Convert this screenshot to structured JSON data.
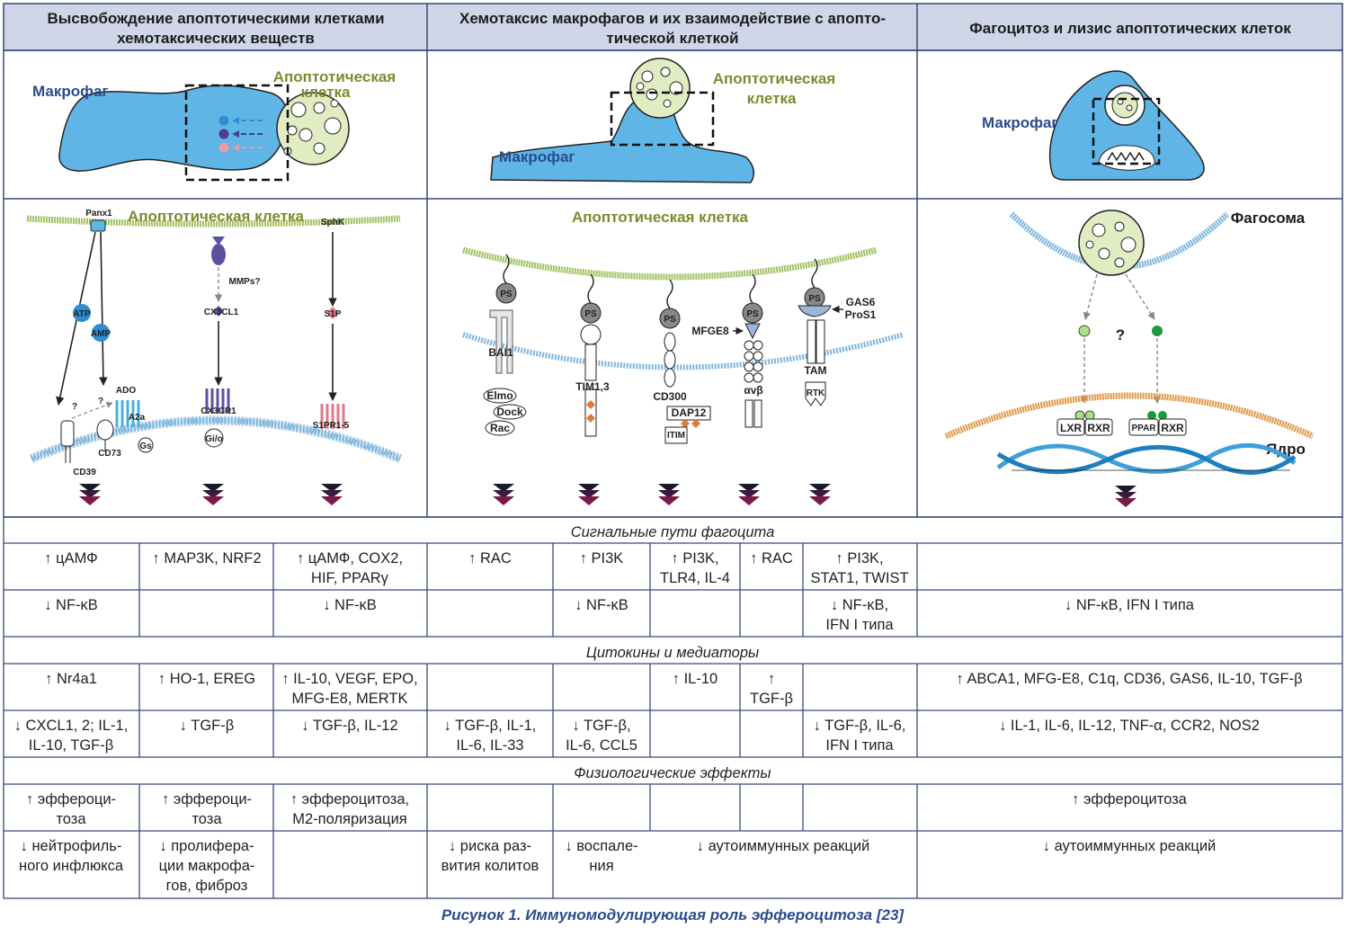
{
  "headers": [
    [
      "Высвобождение апоптотическими клетками",
      "хемотаксических веществ"
    ],
    [
      "Хемотаксис макрофагов и их взаимодействие с апопто-",
      "тической клеткой"
    ],
    [
      "Фагоцитоз и лизис апоптотических клеток"
    ]
  ],
  "top_panels": {
    "p1": {
      "macrophage": "Макрофаг",
      "apoptotic": [
        "Апоптотическая",
        "клетка"
      ]
    },
    "p2": {
      "macrophage": "Макрофаг",
      "apoptotic": [
        "Апоптотическая",
        "клетка"
      ]
    },
    "p3": {
      "macrophage": "Макрофаг"
    }
  },
  "pathway1": {
    "membrane_label": "Апоптотическая клетка",
    "panx1": "Panx1",
    "sphk": "SphK",
    "atp": "ATP",
    "amp": "AMP",
    "ado": "ADO",
    "a2a": "A2a",
    "gs": "Gs",
    "cd73": "CD73",
    "cd39": "CD39",
    "q1": "?",
    "q2": "?",
    "mmps": "MMPs?",
    "cx3cl1": "CX3CL1",
    "cx3cr1": "CX3CR1",
    "gi": "Gi/o",
    "s1p": "S1P",
    "s1pr": "S1PR1-5"
  },
  "pathway2": {
    "membrane_label": "Апоптотическая клетка",
    "ps": "PS",
    "bai1": "BAI1",
    "elmo": "Elmo",
    "dock": "Dock",
    "rac": "Rac",
    "tim": "TIM1,3",
    "cd300": "CD300",
    "dap12": "DAP12",
    "itim": "ITIM",
    "mfge8": "MFGE8",
    "avb": "αvβ",
    "gas6": "GAS6",
    "pros1": "ProS1",
    "tam": "TAM",
    "rtk": "RTK"
  },
  "pathway3": {
    "phagosome": "Фагосома",
    "nucleus": "Ядро",
    "q": "?",
    "lxr": "LXR",
    "rxr1": "RXR",
    "ppar": "PPAR",
    "rxr2": "RXR"
  },
  "sections": [
    "Сигнальные пути фагоцита",
    "Цитокины и медиаторы",
    "Физиологические эффекты"
  ],
  "rows": {
    "sig_up": [
      [
        "↑ цАМФ"
      ],
      [
        "↑ MAP3K, NRF2"
      ],
      [
        "↑ цАМФ, COX2,",
        "HIF, PPARγ"
      ],
      [
        "↑ RAC"
      ],
      [
        "↑ PI3K"
      ],
      [
        "↑ PI3K,",
        "TLR4, IL-4"
      ],
      [
        "↑ RAC"
      ],
      [
        "↑ PI3K,",
        "STAT1, TWIST"
      ]
    ],
    "sig_down": [
      [
        "↓ NF-κB"
      ],
      [
        "↓ NF-κB"
      ],
      [
        "↓ NF-κB"
      ],
      [
        "↓ NF-κB,",
        "IFN I типа"
      ],
      [
        "↓ NF-κB, IFN I типа"
      ]
    ],
    "cyt_up": [
      [
        "↑ Nr4a1"
      ],
      [
        "↑ HO-1, EREG"
      ],
      [
        "↑ IL-10, VEGF, EPO,",
        "MFG-E8, MERTK"
      ],
      [
        "↑ IL-10"
      ],
      [
        "↑",
        "TGF-β"
      ],
      [
        "↑ ABCA1, MFG-E8, C1q, CD36, GAS6, IL-10, TGF-β"
      ]
    ],
    "cyt_down": [
      [
        "↓ CXCL1, 2; IL-1,",
        "IL-10, TGF-β"
      ],
      [
        "↓ TGF-β"
      ],
      [
        "↓ TGF-β, IL-12"
      ],
      [
        "↓ TGF-β, IL-1,",
        "IL-6, IL-33"
      ],
      [
        "↓ TGF-β,",
        "IL-6, CCL5"
      ],
      [
        "↓ TGF-β, IL-6,",
        "IFN I типа"
      ],
      [
        "↓ IL-1, IL-6, IL-12, TNF-α, CCR2, NOS2"
      ]
    ],
    "eff_up": [
      [
        "↑ эффероци-",
        "тоза"
      ],
      [
        "↑ эффероци-",
        "тоза"
      ],
      [
        "↑ эффероцитоза,",
        "M2-поляризация"
      ],
      [
        "↑ эффероцитоза"
      ]
    ],
    "eff_down": [
      [
        "↓ нейтрофиль-",
        "ного инфлюкса"
      ],
      [
        "↓ пролифера-",
        "ции макрофа-",
        "гов, фиброз"
      ],
      [
        "↓ риска раз-",
        "вития колитов"
      ],
      [
        "↓ воспале-",
        "ния"
      ],
      [
        "↓ аутоиммунных реакций"
      ],
      [
        "↓ аутоиммунных реакций"
      ]
    ]
  },
  "caption": "Рисунок 1. Иммуномодулирующая роль эффероцитоза [23]",
  "colors": {
    "header_bg": "#cfd6e8",
    "macrophage": "#5fb6e6",
    "apoptotic": "#e2ecc2",
    "border": "#3a4a7a"
  }
}
